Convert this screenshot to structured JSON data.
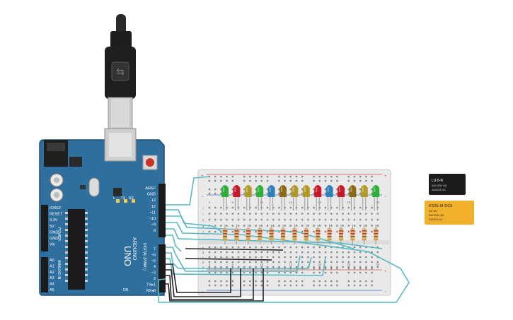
{
  "arduino": {
    "brand": "ARDUINO",
    "model": "UNO",
    "tx": "TX",
    "rx": "RX",
    "l": "L",
    "on": "ON",
    "digital_label": "DIGITAL (PWM~)",
    "power_label": "POWER",
    "analog_label": "ANALOG IN",
    "top_pins": [
      "AREF",
      "GND",
      "13",
      "12",
      "~11",
      "~10",
      "~9",
      "8"
    ],
    "bottom_pins": [
      "7",
      "~6",
      "~5",
      "4",
      "~3",
      "2",
      "TX▸1",
      "RX◂0"
    ],
    "power_pins": [
      "IOREF",
      "RESET",
      "3.3V",
      "5V",
      "GND",
      "GND",
      "Vin"
    ],
    "analog_pins": [
      "A0",
      "A1",
      "A2",
      "A3",
      "A4",
      "A5"
    ]
  },
  "breadboard": {
    "column_numbers": [
      "1",
      "5",
      "10",
      "15",
      "20",
      "25",
      "30"
    ],
    "row_letters_top": [
      "j",
      "i",
      "h",
      "g",
      "f"
    ],
    "row_letters_bottom": [
      "e",
      "d",
      "c",
      "b",
      "a"
    ]
  },
  "leds": {
    "colors": [
      "#2fae3a",
      "#c8182a",
      "#b09a2a",
      "#2fae3a",
      "#2f7fb8",
      "#8a6a14",
      "#b09a2a",
      "#b09a2a",
      "#c8182a",
      "#2f7fb8",
      "#c8182a",
      "#8a6a14",
      "#b09a2a",
      "#2fae3a"
    ]
  },
  "relay_black": {
    "line1": "LU-5-R",
    "line2": "5A/125V AC",
    "line3": "3A/30V DC"
  },
  "relay_yellow": {
    "line1": "KS2E-M-DC5",
    "line2": "DC 5V",
    "line3": "5A/125V AC",
    "line4": "2A/30V DC"
  },
  "colors": {
    "board_blue": "#2e6f9e",
    "wire_teal": "#5ab8c3",
    "wire_black": "#222222",
    "breadboard": "#e9e9e9",
    "relay_yellow": "#f2b12c"
  }
}
